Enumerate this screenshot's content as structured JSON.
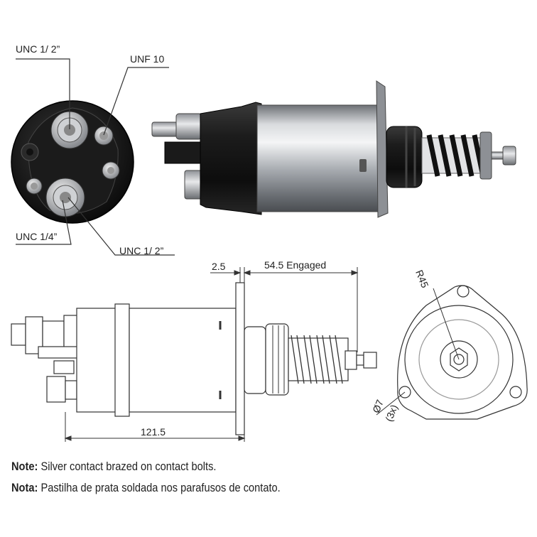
{
  "labels": {
    "terminal_top_left": "UNC 1/ 2”",
    "terminal_top_right": "UNF 10",
    "terminal_bottom_left": "UNC 1/4”",
    "terminal_bottom_right": "UNC 1/ 2”"
  },
  "dimensions": {
    "flange_gap": "2.5",
    "engaged_stroke": "54.5 Engaged",
    "overall_length": "121.5",
    "flange_radius": "R45",
    "hole_diameter": "Ø7",
    "hole_count": "(3x)"
  },
  "notes": {
    "english_heading": "Note:",
    "english_text": "Silver contact brazed on contact bolts.",
    "portuguese_heading": "Nota:",
    "portuguese_text": "Pastilha de prata soldada nos parafusos de contato."
  },
  "colors": {
    "ink": "#222222",
    "body_black": "#1a1a1a",
    "steel": "#b9bcc0",
    "line": "#333333"
  }
}
